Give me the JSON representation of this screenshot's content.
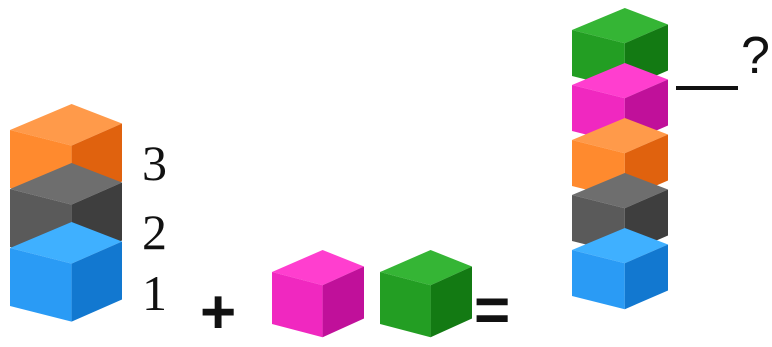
{
  "left_stack": {
    "cubes": [
      {
        "color": "orange"
      },
      {
        "color": "gray"
      },
      {
        "color": "blue"
      }
    ],
    "labels": [
      "3",
      "2",
      "1"
    ]
  },
  "added_cubes": [
    {
      "color": "magenta"
    },
    {
      "color": "green"
    }
  ],
  "operators": {
    "plus": "+",
    "equals": "="
  },
  "result_stack": {
    "cubes": [
      {
        "color": "green"
      },
      {
        "color": "magenta"
      },
      {
        "color": "orange"
      },
      {
        "color": "gray"
      },
      {
        "color": "blue"
      }
    ]
  },
  "question_mark": "?",
  "palette": {
    "orange": {
      "top": "#ff9a4a",
      "front": "#ff8a2e",
      "side": "#e0620e"
    },
    "gray": {
      "top": "#6e6e6e",
      "front": "#5a5a5a",
      "side": "#3e3e3e"
    },
    "blue": {
      "top": "#3fb0ff",
      "front": "#2a9bf5",
      "side": "#1278d0"
    },
    "magenta": {
      "top": "#ff3ecf",
      "front": "#f028c0",
      "side": "#c0109a"
    },
    "green": {
      "top": "#35b535",
      "front": "#239e23",
      "side": "#137a13"
    }
  }
}
